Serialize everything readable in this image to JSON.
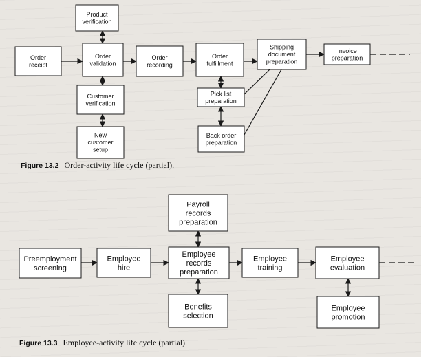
{
  "figure_13_2": {
    "number": "Figure 13.2",
    "title": "Order-activity life cycle (partial).",
    "nodes": [
      {
        "id": "product-verification",
        "lines": [
          "Product",
          "verification"
        ]
      },
      {
        "id": "order-receipt",
        "lines": [
          "Order",
          "receipt"
        ]
      },
      {
        "id": "order-validation",
        "lines": [
          "Order",
          "validation"
        ]
      },
      {
        "id": "order-recording",
        "lines": [
          "Order",
          "recording"
        ]
      },
      {
        "id": "order-fulfillment",
        "lines": [
          "Order",
          "fulfillment"
        ]
      },
      {
        "id": "shipping-document-preparation",
        "lines": [
          "Shipping",
          "document",
          "preparation"
        ]
      },
      {
        "id": "invoice-preparation",
        "lines": [
          "Invoice",
          "preparation"
        ]
      },
      {
        "id": "customer-verification",
        "lines": [
          "Customer",
          "verification"
        ]
      },
      {
        "id": "pick-list-preparation",
        "lines": [
          "Pick list",
          "preparation"
        ]
      },
      {
        "id": "new-customer-setup",
        "lines": [
          "New",
          "customer",
          "setup"
        ]
      },
      {
        "id": "back-order-preparation",
        "lines": [
          "Back order",
          "preparation"
        ]
      }
    ]
  },
  "figure_13_3": {
    "number": "Figure 13.3",
    "title": "Employee-activity life cycle (partial).",
    "nodes": [
      {
        "id": "payroll-records-preparation",
        "lines": [
          "Payroll",
          "records",
          "preparation"
        ]
      },
      {
        "id": "preemployment-screening",
        "lines": [
          "Preemployment",
          "screening"
        ]
      },
      {
        "id": "employee-hire",
        "lines": [
          "Employee",
          "hire"
        ]
      },
      {
        "id": "employee-records-preparation",
        "lines": [
          "Employee",
          "records",
          "preparation"
        ]
      },
      {
        "id": "employee-training",
        "lines": [
          "Employee",
          "training"
        ]
      },
      {
        "id": "employee-evaluation",
        "lines": [
          "Employee",
          "evaluation"
        ]
      },
      {
        "id": "benefits-selection",
        "lines": [
          "Benefits",
          "selection"
        ]
      },
      {
        "id": "employee-promotion",
        "lines": [
          "Employee",
          "promotion"
        ]
      }
    ]
  }
}
